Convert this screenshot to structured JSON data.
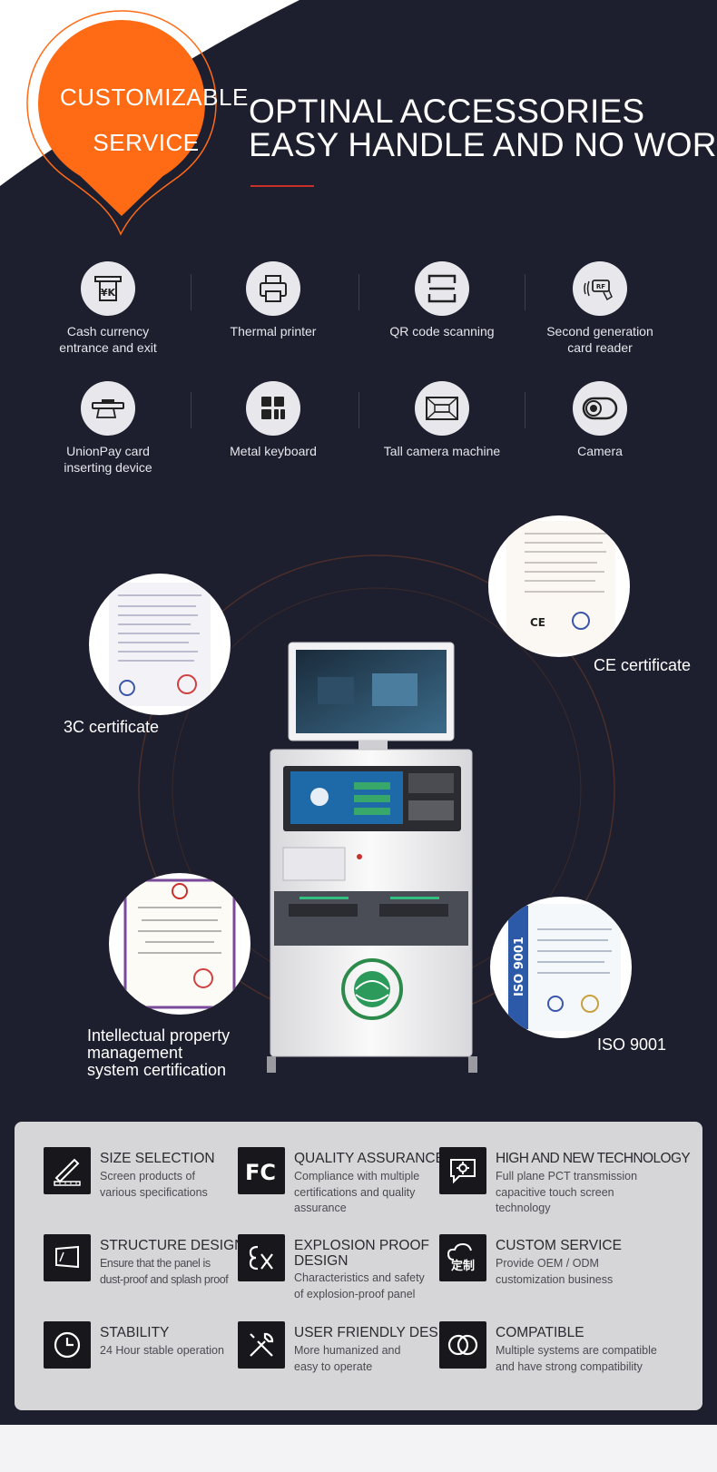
{
  "badge": {
    "line1": "CUSTOMIZABLE",
    "line2": "SERVICE"
  },
  "headline": {
    "line1": "OPTINAL ACCESSORIES",
    "line2": "EASY HANDLE AND NO WORRY"
  },
  "colors": {
    "accent": "#ff6a14",
    "background": "#1d1f2e",
    "panel": "#d6d6d8",
    "rule": "#c8302c"
  },
  "accessories": [
    {
      "label": "Cash currency\nentrance and exit",
      "icon": "cash-icon"
    },
    {
      "label": "Thermal printer",
      "icon": "printer-icon"
    },
    {
      "label": "QR code scanning",
      "icon": "qr-scan-icon"
    },
    {
      "label": "Second generation\ncard reader",
      "icon": "rf-card-reader-icon"
    },
    {
      "label": "UnionPay card\ninserting device",
      "icon": "card-slot-icon"
    },
    {
      "label": "Metal keyboard",
      "icon": "keyboard-icon"
    },
    {
      "label": "Tall camera machine",
      "icon": "tall-camera-icon"
    },
    {
      "label": "Camera",
      "icon": "camera-icon"
    }
  ],
  "certificates": {
    "c3": "3C certificate",
    "ce": "CE certificate",
    "ip": "Intellectual property\nmanagement\nsystem certification",
    "iso": "ISO 9001"
  },
  "features": [
    {
      "title": "SIZE SELECTION",
      "desc": "Screen products of\nvarious specifications",
      "icon": "ruler-pen-icon"
    },
    {
      "title": "QUALITY ASSURANCE",
      "desc": "Compliance with multiple\ncertifications and quality\nassurance",
      "icon": "fc-mark-icon"
    },
    {
      "title": "HIGH AND NEW TECHNOLOGY",
      "desc": "Full plane PCT transmission\ncapacitive touch screen\ntechnology",
      "icon": "gear-chat-icon"
    },
    {
      "title": "STRUCTURE DESIGN",
      "desc": "Ensure that the panel is\ndust-proof and splash proof",
      "icon": "monitor-icon"
    },
    {
      "title": "EXPLOSION PROOF\nDESIGN",
      "desc": "Characteristics and safety\nof explosion-proof panel",
      "icon": "ex-mark-icon"
    },
    {
      "title": "CUSTOM SERVICE",
      "desc": "Provide OEM / ODM\ncustomization business",
      "icon": "custom-cloud-icon",
      "icon_text": "定制"
    },
    {
      "title": "STABILITY",
      "desc": "24 Hour stable operation",
      "icon": "clock-icon"
    },
    {
      "title": "USER FRIENDLY DESIGN",
      "desc": "More humanized and\neasy to operate",
      "icon": "tools-icon"
    },
    {
      "title": "COMPATIBLE",
      "desc": "Multiple systems are compatible\nand have strong compatibility",
      "icon": "rings-icon"
    }
  ]
}
